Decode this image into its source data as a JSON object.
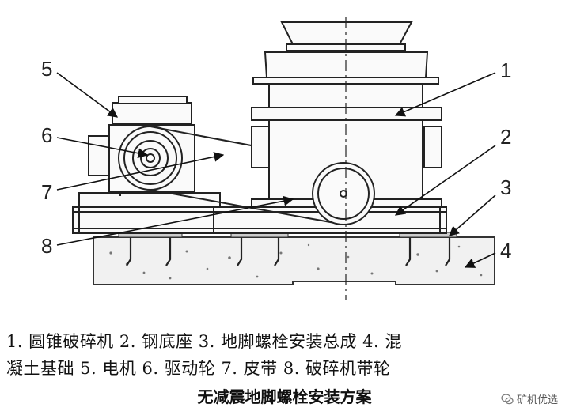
{
  "callouts": [
    "1",
    "2",
    "3",
    "4",
    "5",
    "6",
    "7",
    "8"
  ],
  "legend": {
    "line1": "1. 圆锥破碎机   2. 钢底座   3. 地脚螺栓安装总成   4. 混",
    "line2": "凝土基础   5. 电机   6. 驱动轮   7. 皮带   8. 破碎机带轮"
  },
  "caption": "无减震地脚螺栓安装方案",
  "watermark": {
    "label": "矿机优选",
    "icon": "wechat-icon"
  }
}
